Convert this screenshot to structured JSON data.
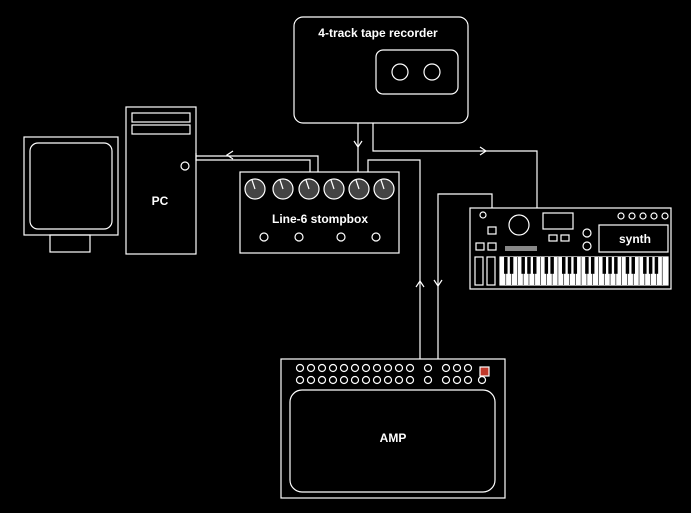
{
  "labels": {
    "tape_recorder": "4-track tape recorder",
    "pc": "PC",
    "stompbox": "Line-6 stompbox",
    "synth": "synth",
    "amp": "AMP"
  },
  "colors": {
    "background": "#000000",
    "stroke": "#ffffff",
    "amp_indicator": "#c0392b"
  }
}
